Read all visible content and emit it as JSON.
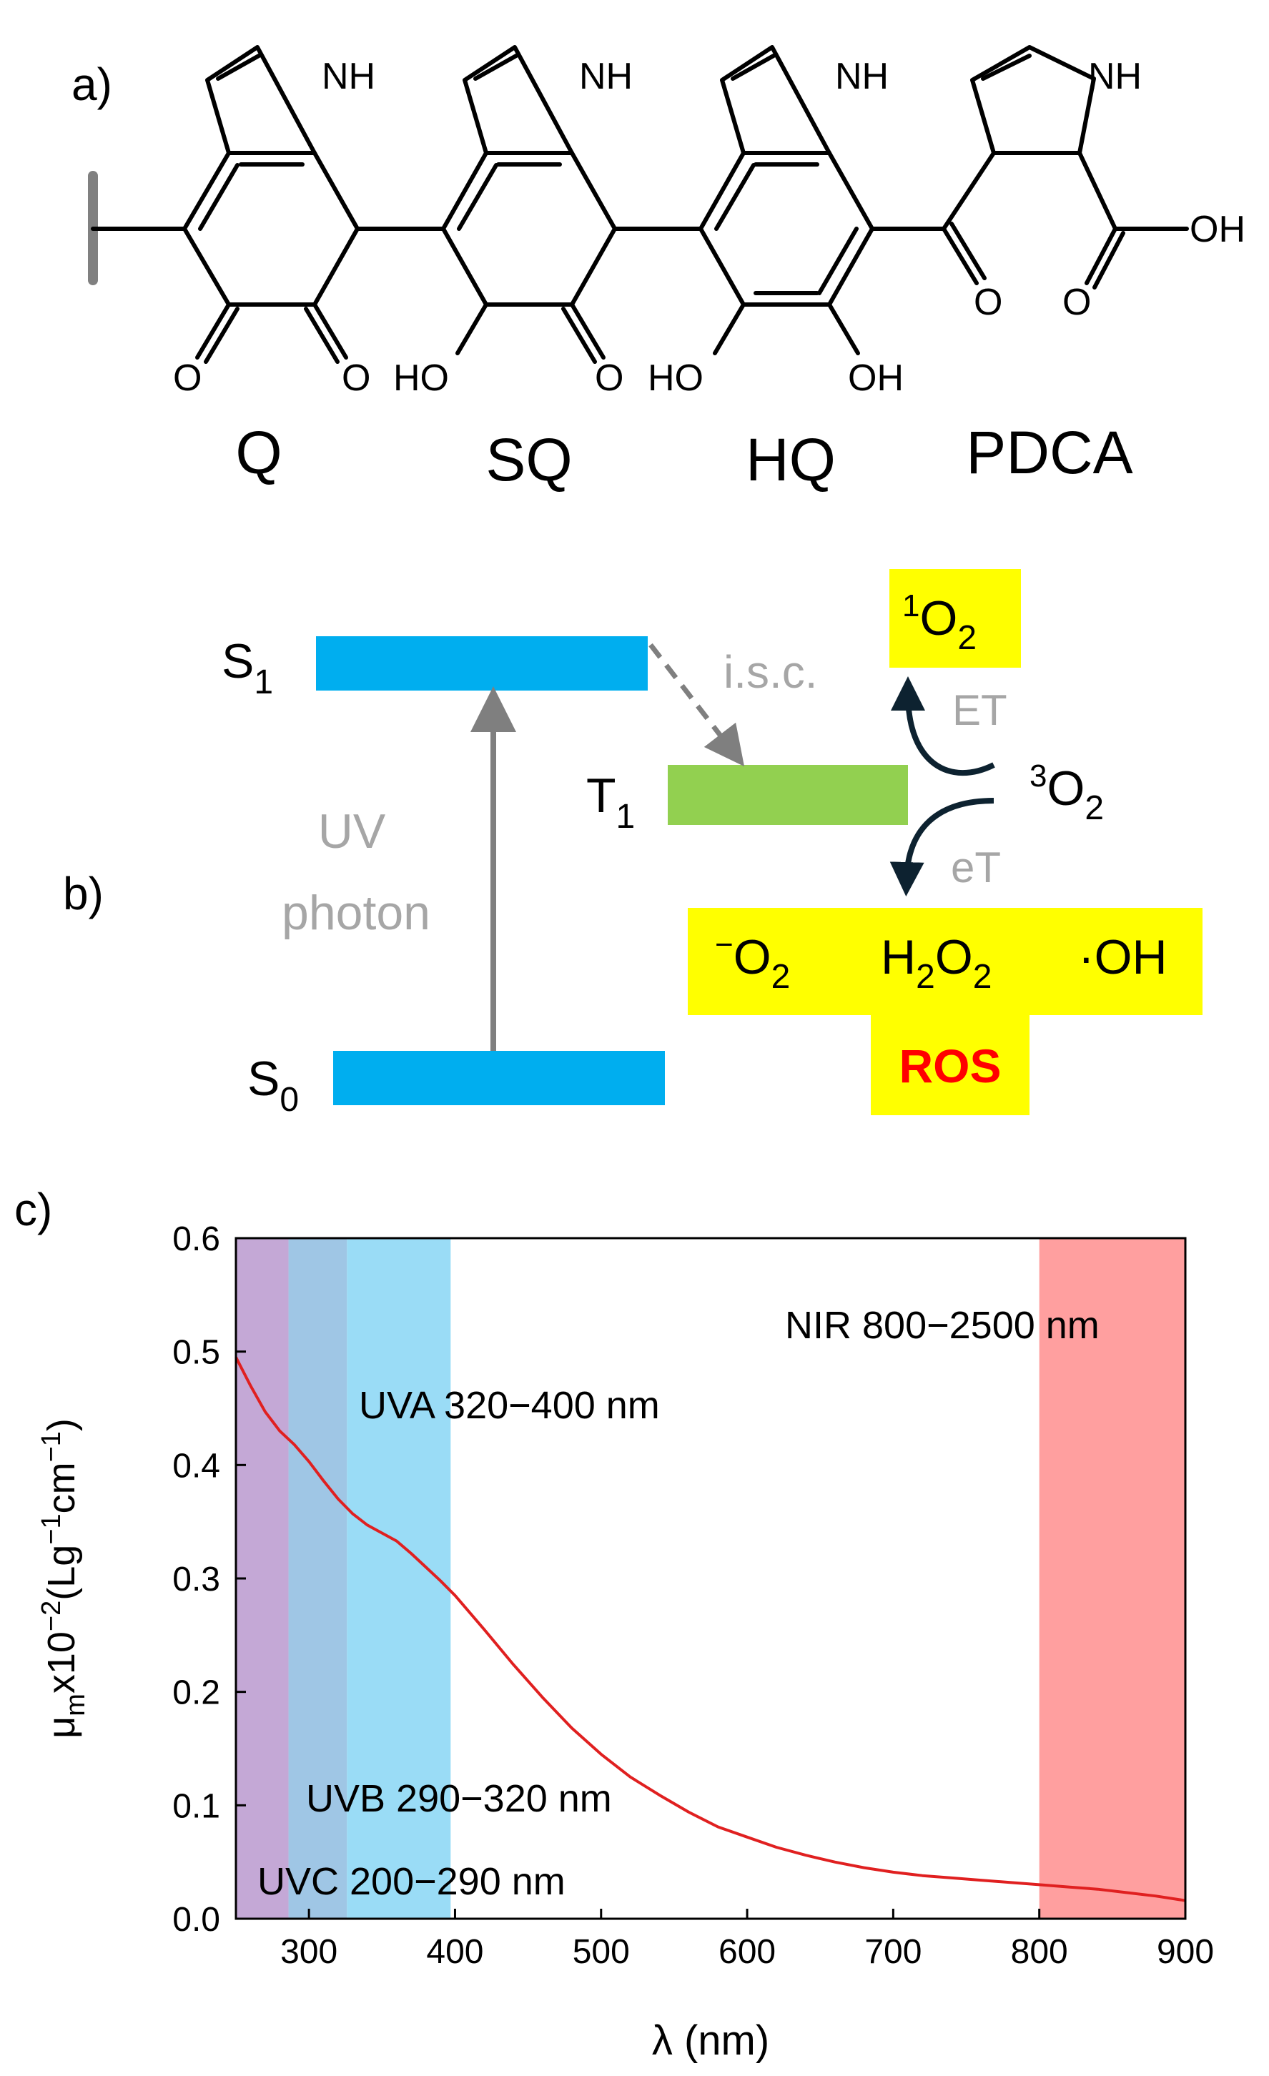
{
  "panels": {
    "a": {
      "label": "a)",
      "nh": "NH",
      "o": "O",
      "oh": "OH",
      "ho": "HO",
      "units": [
        "Q",
        "SQ",
        "HQ",
        "PDCA"
      ]
    },
    "b": {
      "label": "b)",
      "s1": {
        "main": "S",
        "sub": "1"
      },
      "s0": {
        "main": "S",
        "sub": "0"
      },
      "t1": {
        "main": "T",
        "sub": "1"
      },
      "isc": "i.s.c.",
      "uv_line1": "UV",
      "uv_line2": "photon",
      "singlet_oxygen": {
        "sup": "1",
        "main": "O",
        "sub": "2"
      },
      "triplet_oxygen": {
        "sup": "3",
        "main": "O",
        "sub": "2"
      },
      "et": "ET",
      "etr": "eT",
      "superoxide": {
        "sup": "−",
        "main": "O",
        "sub": "2"
      },
      "peroxide": {
        "a": "H",
        "a_sub": "2",
        "b": "O",
        "b_sub": "2"
      },
      "hydroxyl": "·OH",
      "ros": "ROS",
      "colors": {
        "state_blue": "#00aeef",
        "triplet_green": "#92d050",
        "highlight_yellow": "#ffff00",
        "ros_red": "#ff0000",
        "arrow_grey": "#7f7f7f",
        "arrow_dark": "#0d2230"
      }
    },
    "c": {
      "label": "c)",
      "bands": [
        {
          "label": "UVC 200−290 nm",
          "from": 250,
          "to": 286,
          "color": "#c4a8d6"
        },
        {
          "label": "UVB 290−320 nm",
          "from": 286,
          "to": 326,
          "color": "#9fc6e5"
        },
        {
          "label": "UVA 320−400 nm",
          "from": 326,
          "to": 397,
          "color": "#9adcf6"
        },
        {
          "label": "NIR 800−2500 nm",
          "from": 800,
          "to": 900,
          "color": "#ff9f9f"
        }
      ]
    }
  },
  "chart_data": {
    "type": "line",
    "xlabel": "λ (nm)",
    "ylabel": {
      "pre": "μ",
      "sub": "m",
      "mid": "x10",
      "sup1": "−2",
      "mid2": "(Lg",
      "sup2": "−1",
      "mid3": "cm",
      "sup3": "−1",
      "post": ")"
    },
    "xlim": [
      250,
      900
    ],
    "ylim": [
      0,
      0.6
    ],
    "xticks": [
      300,
      400,
      500,
      600,
      700,
      800,
      900
    ],
    "yticks": [
      "0.0",
      "0.1",
      "0.2",
      "0.3",
      "0.4",
      "0.5",
      "0.6"
    ],
    "grid": false,
    "series": [
      {
        "color": "#e02020",
        "x": [
          250,
          260,
          270,
          280,
          290,
          300,
          310,
          320,
          330,
          340,
          350,
          360,
          370,
          380,
          390,
          400,
          420,
          440,
          460,
          480,
          500,
          520,
          540,
          560,
          580,
          600,
          620,
          640,
          660,
          680,
          700,
          720,
          740,
          760,
          780,
          800,
          820,
          840,
          860,
          880,
          900
        ],
        "y": [
          0.495,
          0.47,
          0.447,
          0.43,
          0.418,
          0.403,
          0.386,
          0.37,
          0.357,
          0.347,
          0.34,
          0.333,
          0.322,
          0.31,
          0.298,
          0.285,
          0.255,
          0.224,
          0.195,
          0.168,
          0.145,
          0.125,
          0.109,
          0.094,
          0.081,
          0.072,
          0.063,
          0.056,
          0.05,
          0.045,
          0.041,
          0.038,
          0.036,
          0.034,
          0.032,
          0.03,
          0.028,
          0.026,
          0.023,
          0.02,
          0.016
        ]
      }
    ]
  }
}
